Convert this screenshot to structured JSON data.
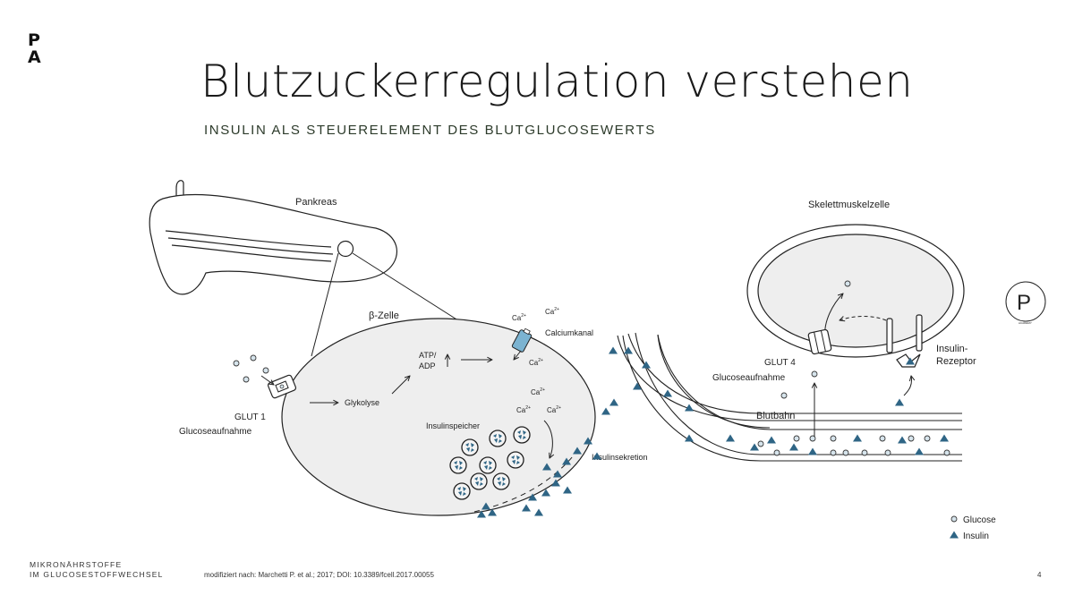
{
  "logo": {
    "line1": "P",
    "line2": "A"
  },
  "header": {
    "title": "Blutzuckerregulation verstehen",
    "subtitle": "INSULIN ALS STEUERELEMENT DES BLUTGLUCOSEWERTS"
  },
  "diagram": {
    "pankreas": "Pankreas",
    "beta_zelle": "β-Zelle",
    "glut1": "GLUT 1",
    "glucoseaufnahme_1": "Glucoseaufnahme",
    "glykolyse": "Glykolyse",
    "atp": "ATP/",
    "adp": "ADP",
    "ca_1": "Ca",
    "ca_2": "Ca",
    "ca_3": "Ca",
    "ca_4": "Ca",
    "ca_5": "Ca",
    "ca_6": "Ca",
    "ca_sup": "2+",
    "calciumkanal": "Calciumkanal",
    "insulinspeicher": "Insulinspeicher",
    "insulinsekretion": "Insulinsekretion",
    "skelettmuskelzelle": "Skelettmuskelzelle",
    "glut4": "GLUT 4",
    "glucoseaufnahme_2": "Glucoseaufnahme",
    "insulin_rezeptor_1": "Insulin-",
    "insulin_rezeptor_2": "Rezeptor",
    "blutbahn": "Blutbahn"
  },
  "legend": {
    "glucose": "Glucose",
    "insulin": "Insulin"
  },
  "badge": {
    "letter": "P",
    "ring_text": "ACADEMY"
  },
  "footer": {
    "line1": "MIKRONÄHRSTOFFE",
    "line2": "IM GLUCOSESTOFFWECHSEL",
    "source": "modifiziert nach: Marchetti P. et al.; 2017; DOI: 10.3389/fcell.2017.00055",
    "page": "4"
  },
  "colors": {
    "insulin": "#2f6585",
    "glucose_fill": "#d6e4ec",
    "cell_fill": "#eeeeee",
    "channel": "#7bb3d1"
  }
}
